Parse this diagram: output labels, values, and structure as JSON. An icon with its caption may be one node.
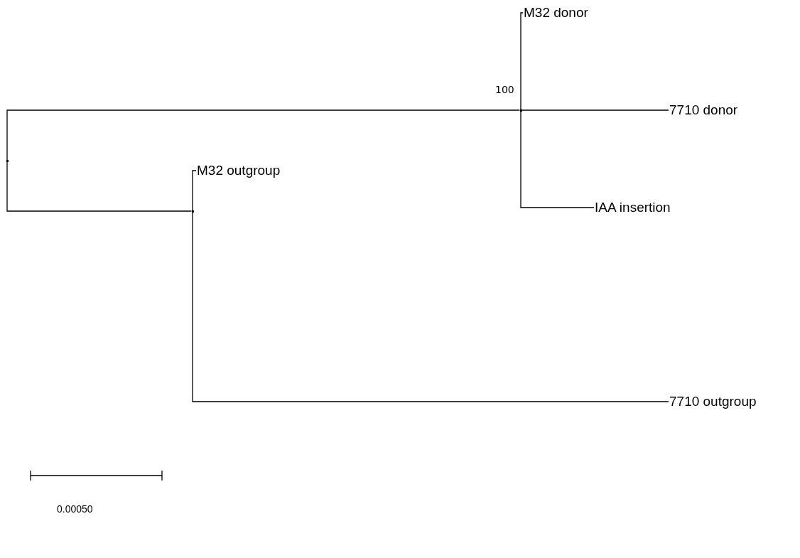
{
  "diagram": {
    "nodes": [
      {
        "text": [],
        "shape": "point"
      },
      {
        "text": [],
        "shape": "point",
        "beside": [
          "100"
        ]
      },
      {
        "text": [
          "M32 donor"
        ]
      },
      {
        "text": [
          "7710 donor"
        ]
      },
      {
        "text": [
          "IAA insertion"
        ]
      },
      {
        "text": [],
        "shape": "point"
      },
      {
        "text": [
          "M32 outgroup"
        ]
      },
      {
        "text": [
          "7710 outgroup"
        ]
      }
    ],
    "edges": [
      {
        "from": 0,
        "to": 1,
        "arrow": "none"
      },
      {
        "from": 1,
        "to": 2,
        "arrow": "none"
      },
      {
        "from": 1,
        "to": 3,
        "arrow": "none"
      },
      {
        "from": 1,
        "to": 4,
        "arrow": "none"
      },
      {
        "from": 0,
        "to": 5,
        "arrow": "none"
      },
      {
        "from": 5,
        "to": 6,
        "arrow": "none"
      },
      {
        "from": 5,
        "to": 7,
        "arrow": "none"
      }
    ],
    "labels": [
      "0.00050"
    ]
  }
}
